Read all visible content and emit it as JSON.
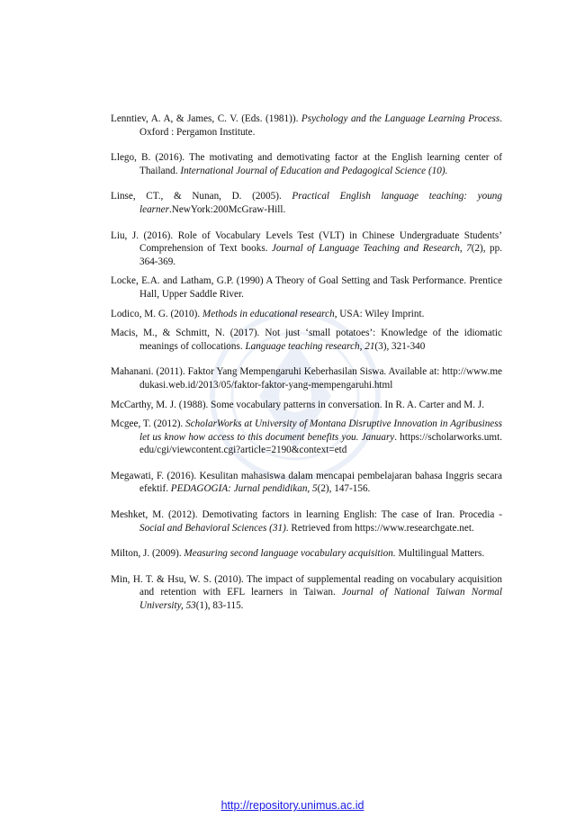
{
  "references": [
    {
      "a": "Lenntiev, A. A, & James, C. V. (Eds. (1981)). ",
      "b": "Psychology and the Language Learning Process",
      "c": ". Oxford : Pergamon Institute."
    },
    {
      "a": "Llego, B. (2016). The motivating and demotivating factor at the English learning center of Thailand. ",
      "b": "International Journal of Education and Pedagogical Science (10).",
      "c": ""
    },
    {
      "a": "Linse, CT., & Nunan, D. (2005). ",
      "b": "Practical English language teaching: young learner",
      "c": ".NewYork:200McGraw-Hill."
    },
    {
      "a": "Liu, J. (2016). Role of Vocabulary Levels Test (VLT) in Chinese Undergraduate Students’ Comprehension of Text books. ",
      "b": "Journal of Language Teaching and Research, 7",
      "c": "(2), pp. 364-369."
    },
    {
      "a": "Locke, E.A. and Latham, G.P. (1990) A Theory of Goal Setting and Task Performance. Prentice Hall, Upper Saddle River.",
      "b": "",
      "c": ""
    },
    {
      "a": "Lodico, M. G. (2010). ",
      "b": "Methods in educational research",
      "c": ", USA: Wiley Imprint."
    },
    {
      "a": "Macis, M., & Schmitt, N. (2017). Not just ‘small potatoes’: Knowledge of the idiomatic meanings of collocations. ",
      "b": "Language teaching research, 21",
      "c": "(3), 321-340"
    },
    {
      "a": "Mahanani. (2011). Faktor Yang Mempengaruhi Keberhasilan Siswa. Available at: http://www.medukasi.web.id/2013/05/faktor-faktor-yang-mempengaruhi.html",
      "b": "",
      "c": ""
    },
    {
      "a": "McCarthy, M. J. (1988). Some vocabulary patterns in conversation. In R. A. Carter and M. J.",
      "b": "",
      "c": ""
    },
    {
      "a": "Mcgee, T. (2012). ",
      "b": "ScholarWorks at University of Montana Disruptive Innovation in Agribusiness let us know how access to this document benefits you. January",
      "c": ". https://scholarworks.umt.edu/cgi/viewcontent.cgi?article=2190&context=etd"
    },
    {
      "a": "Megawati, F. (2016). Kesulitan mahasiswa dalam mencapai pembelajaran bahasa Inggris secara efektif. ",
      "b": "PEDAGOGIA: Jurnal pendidikan, 5",
      "c": "(2), 147-156."
    },
    {
      "a": "Meshket, M. (2012). Demotivating factors in learning English: The case of Iran. Procedia - ",
      "b": "Social and Behavioral Sciences (31)",
      "c": ". Retrieved from https://www.researchgate.net."
    },
    {
      "a": "Milton, J. (2009). ",
      "b": "Measuring second language vocabulary acquisition.",
      "c": " Multilingual Matters."
    },
    {
      "a": "Min, H. T. & Hsu, W. S. (2010). The impact of supplemental reading on vocabulary acquisition and retention with EFL learners in Taiwan. ",
      "b": "Journal of National Taiwan Normal University, 53",
      "c": "(1), 83-115."
    }
  ],
  "footer": {
    "link_text": "http://repository.unimus.ac.id"
  },
  "icons": {
    "watermark": "university-seal-watermark-icon"
  }
}
